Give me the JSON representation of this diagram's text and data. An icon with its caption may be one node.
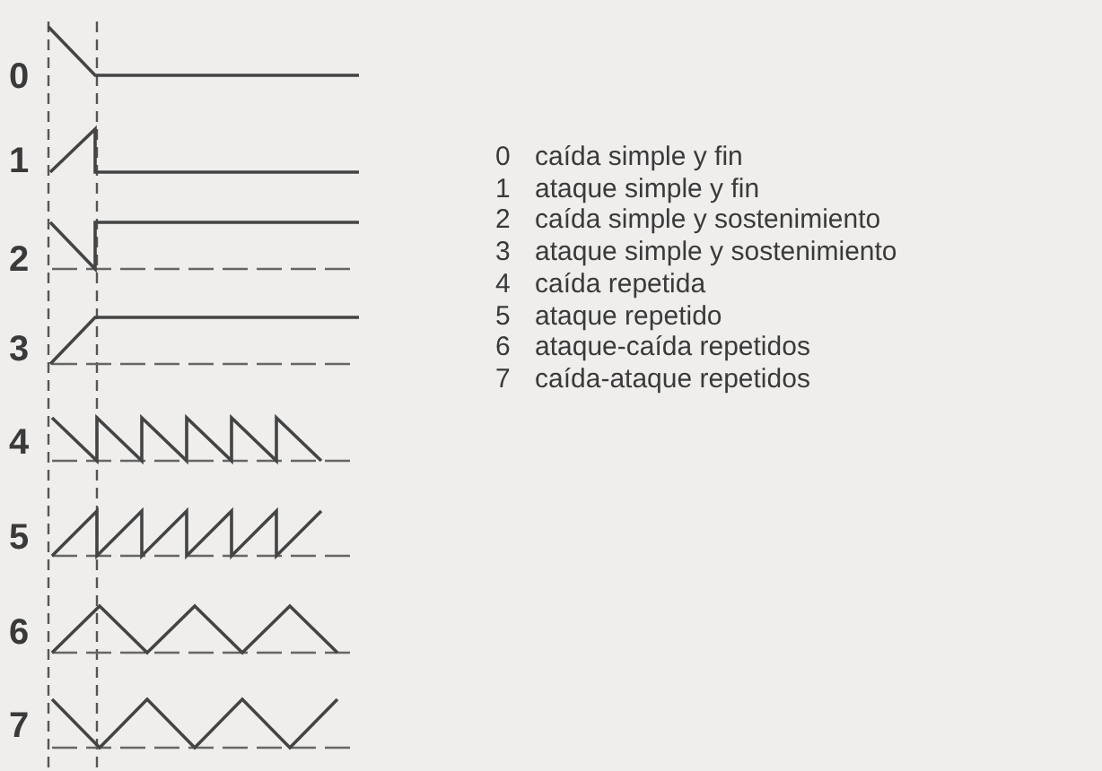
{
  "diagram": {
    "labels": [
      "0",
      "1",
      "2",
      "3",
      "4",
      "5",
      "6",
      "7",
      "0",
      "caída simple y fin",
      "1",
      "ataque simple y fin",
      "2",
      "caída simple y sostenimiento",
      "3",
      "ataque simple y sostenimiento",
      "4",
      "caída repetida",
      "5",
      "ataque repetido",
      "6",
      "ataque-caída repetidos",
      "7",
      "caída-ataque repetidos"
    ]
  }
}
